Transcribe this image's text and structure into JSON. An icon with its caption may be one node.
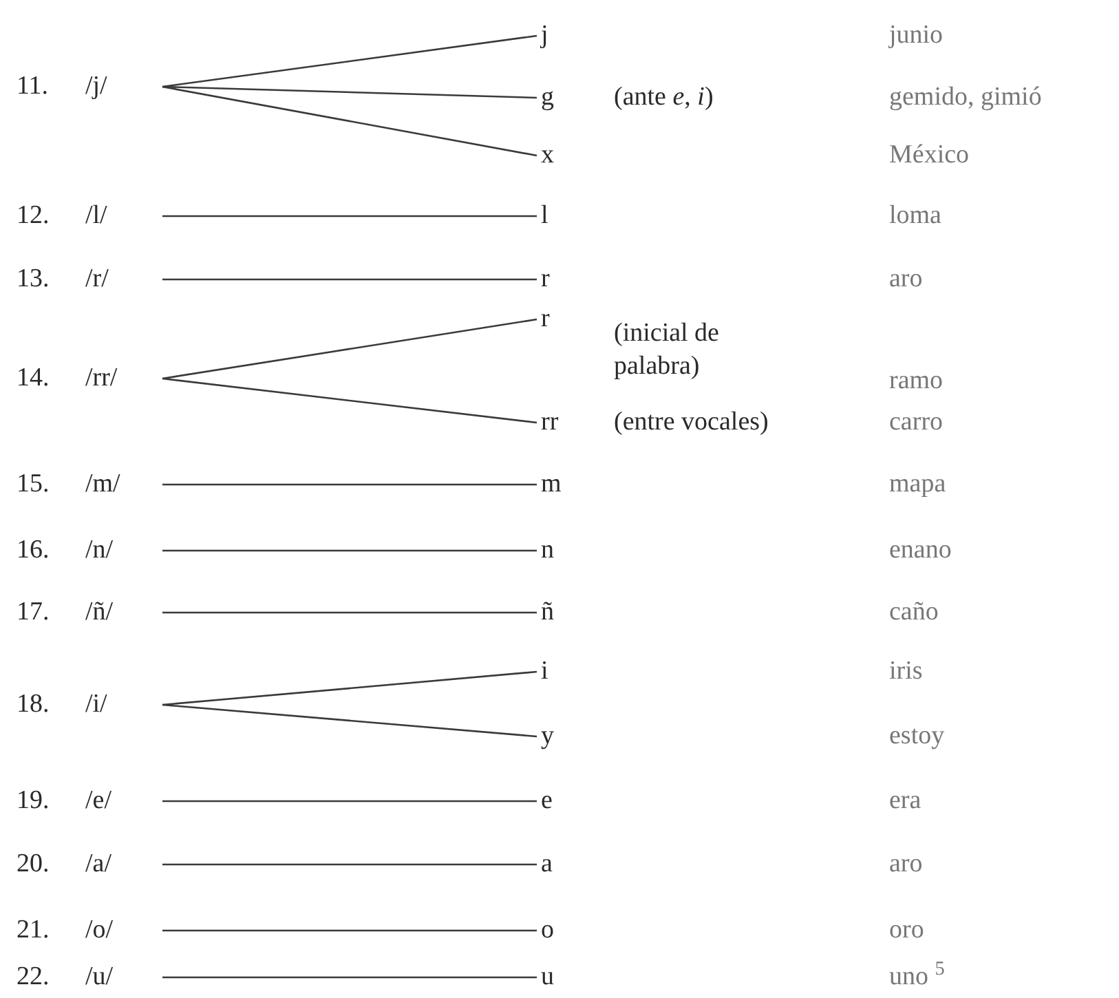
{
  "diagram": {
    "nodes": [
      {
        "text": [
          "/j/"
        ],
        "beside": [
          "11."
        ]
      },
      {
        "text": [
          "j"
        ]
      },
      {
        "text": [
          "g"
        ],
        "beside": [
          "(ante *e*, *i*)"
        ]
      },
      {
        "text": [
          "x"
        ]
      },
      {
        "text": [
          "/l/"
        ],
        "beside": [
          "12."
        ]
      },
      {
        "text": [
          "l"
        ]
      },
      {
        "text": [
          "/r/"
        ],
        "beside": [
          "13."
        ]
      },
      {
        "text": [
          "r"
        ]
      },
      {
        "text": [
          "/rr/"
        ],
        "beside": [
          "14."
        ]
      },
      {
        "text": [
          "r"
        ],
        "beside": [
          "(inicial de palabra)"
        ]
      },
      {
        "text": [
          "rr"
        ],
        "beside": [
          "(entre vocales)"
        ]
      },
      {
        "text": [
          "/m/"
        ],
        "beside": [
          "15."
        ]
      },
      {
        "text": [
          "m"
        ]
      },
      {
        "text": [
          "/n/"
        ],
        "beside": [
          "16."
        ]
      },
      {
        "text": [
          "n"
        ]
      },
      {
        "text": [
          "/ñ/"
        ],
        "beside": [
          "17."
        ]
      },
      {
        "text": [
          "ñ"
        ]
      },
      {
        "text": [
          "/i/"
        ],
        "beside": [
          "18."
        ]
      },
      {
        "text": [
          "i"
        ]
      },
      {
        "text": [
          "y"
        ]
      },
      {
        "text": [
          "/e/"
        ],
        "beside": [
          "19."
        ]
      },
      {
        "text": [
          "e"
        ]
      },
      {
        "text": [
          "/a/"
        ],
        "beside": [
          "20."
        ]
      },
      {
        "text": [
          "a"
        ]
      },
      {
        "text": [
          "/o/"
        ],
        "beside": [
          "21."
        ]
      },
      {
        "text": [
          "o"
        ]
      },
      {
        "text": [
          "/u/"
        ],
        "beside": [
          "22."
        ]
      },
      {
        "text": [
          "u"
        ]
      }
    ],
    "edges": [
      {
        "from": 0,
        "to": 1,
        "arrow": "none"
      },
      {
        "from": 0,
        "to": 2,
        "arrow": "none"
      },
      {
        "from": 0,
        "to": 3,
        "arrow": "none"
      },
      {
        "from": 4,
        "to": 5,
        "arrow": "none"
      },
      {
        "from": 6,
        "to": 7,
        "arrow": "none"
      },
      {
        "from": 8,
        "to": 9,
        "arrow": "none"
      },
      {
        "from": 8,
        "to": 10,
        "arrow": "none"
      },
      {
        "from": 11,
        "to": 12,
        "arrow": "none"
      },
      {
        "from": 13,
        "to": 14,
        "arrow": "none"
      },
      {
        "from": 15,
        "to": 16,
        "arrow": "none"
      },
      {
        "from": 17,
        "to": 18,
        "arrow": "none"
      },
      {
        "from": 17,
        "to": 19,
        "arrow": "none"
      },
      {
        "from": 20,
        "to": 21,
        "arrow": "none"
      },
      {
        "from": 22,
        "to": 23,
        "arrow": "none"
      },
      {
        "from": 24,
        "to": 25,
        "arrow": "none"
      },
      {
        "from": 26,
        "to": 27,
        "arrow": "none"
      }
    ],
    "labels": [
      "junio",
      "gemido, gimió",
      "México",
      "loma",
      "aro",
      "ramo",
      "carro",
      "mapa",
      "enano",
      "caño",
      "iris",
      "estoy",
      "era",
      "aro",
      "oro",
      "uno $^{5}$"
    ]
  }
}
